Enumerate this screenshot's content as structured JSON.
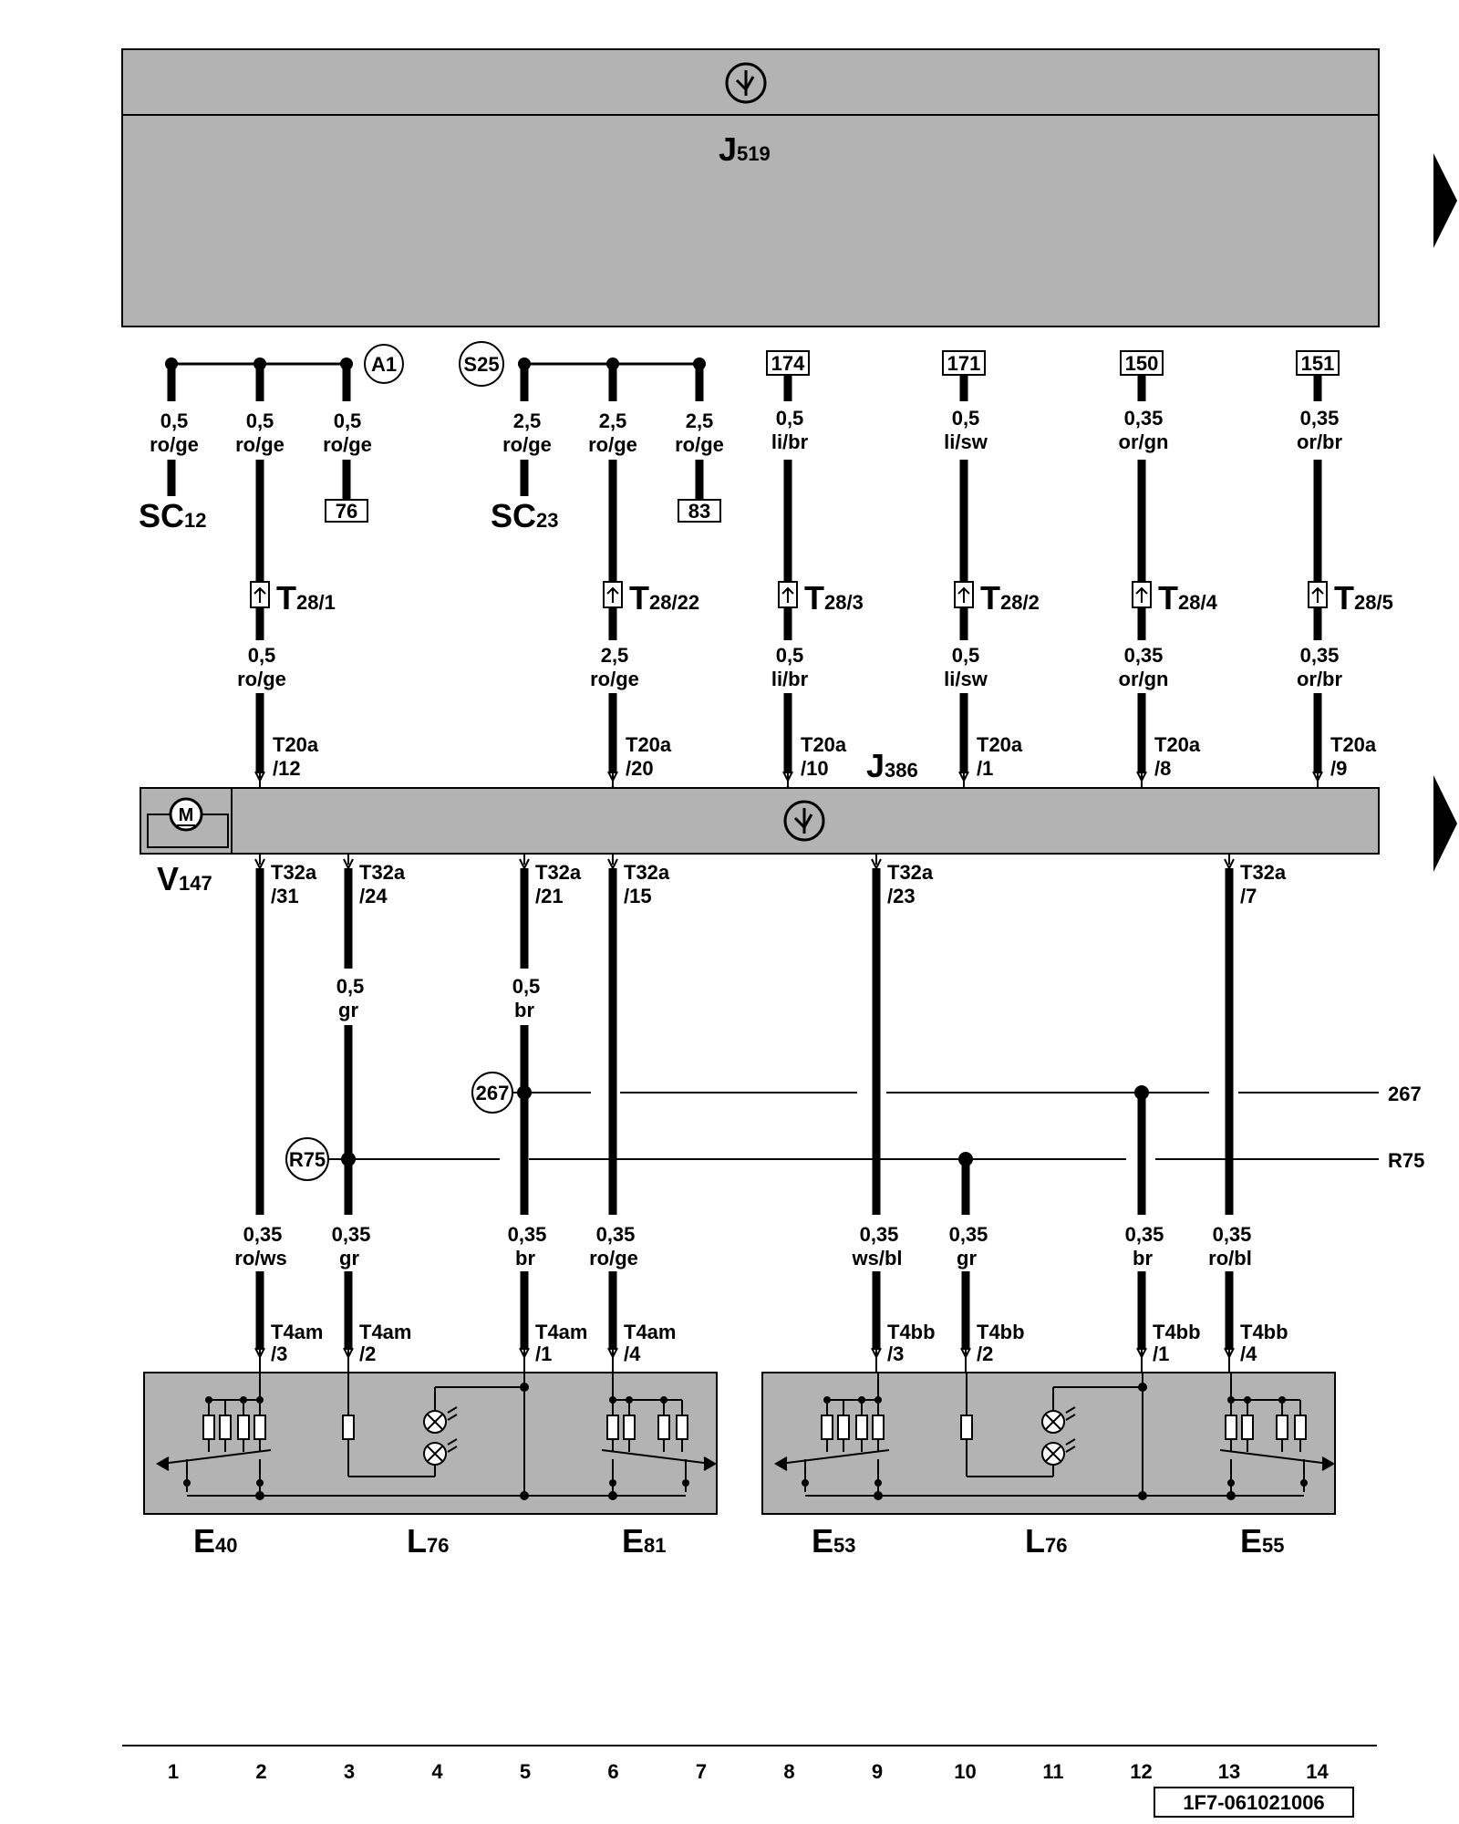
{
  "diagram": {
    "top_unit": {
      "id": "J",
      "sub": "519"
    },
    "module": {
      "id": "J",
      "sub": "386"
    },
    "motor": {
      "id": "V",
      "sub": "147",
      "symbol": "M"
    },
    "top_branches": [
      {
        "name": "SC12",
        "circle_ref": "A1",
        "wires": [
          {
            "g": "0,5",
            "c": "ro/ge",
            "end_main": "SC",
            "end_sub": "12"
          },
          {
            "g": "0,5",
            "c": "ro/ge"
          },
          {
            "g": "0,5",
            "c": "ro/ge",
            "end_box": "76"
          }
        ]
      },
      {
        "name": "SC23",
        "circle_ref": "S25",
        "wires": [
          {
            "g": "2,5",
            "c": "ro/ge",
            "end_main": "SC",
            "end_sub": "23"
          },
          {
            "g": "2,5",
            "c": "ro/ge"
          },
          {
            "g": "2,5",
            "c": "ro/ge",
            "end_box": "83"
          }
        ]
      }
    ],
    "top_refs": [
      {
        "box": "174",
        "g": "0,5",
        "c": "li/br"
      },
      {
        "box": "171",
        "g": "0,5",
        "c": "li/sw"
      },
      {
        "box": "150",
        "g": "0,35",
        "c": "or/gn"
      },
      {
        "box": "151",
        "g": "0,35",
        "c": "or/br"
      }
    ],
    "t28": [
      {
        "main": "T",
        "sub": "28/1",
        "g": "0,5",
        "c": "ro/ge",
        "pin_a": "T20a",
        "pin_b": "/12"
      },
      {
        "main": "T",
        "sub": "28/22",
        "g": "2,5",
        "c": "ro/ge",
        "pin_a": "T20a",
        "pin_b": "/20"
      },
      {
        "main": "T",
        "sub": "28/3",
        "g": "0,5",
        "c": "li/br",
        "pin_a": "T20a",
        "pin_b": "/10"
      },
      {
        "main": "T",
        "sub": "28/2",
        "g": "0,5",
        "c": "li/sw",
        "pin_a": "T20a",
        "pin_b": "/1"
      },
      {
        "main": "T",
        "sub": "28/4",
        "g": "0,35",
        "c": "or/gn",
        "pin_a": "T20a",
        "pin_b": "/8"
      },
      {
        "main": "T",
        "sub": "28/5",
        "g": "0,35",
        "c": "or/br",
        "pin_a": "T20a",
        "pin_b": "/9"
      }
    ],
    "t32": [
      {
        "a": "T32a",
        "b": "/31"
      },
      {
        "a": "T32a",
        "b": "/24"
      },
      {
        "a": "T32a",
        "b": "/21"
      },
      {
        "a": "T32a",
        "b": "/15"
      },
      {
        "a": "T32a",
        "b": "/23"
      },
      {
        "a": "T32a",
        "b": "/7"
      }
    ],
    "mid_wires": [
      {
        "g": "0,5",
        "c": "gr"
      },
      {
        "g": "0,5",
        "c": "br"
      }
    ],
    "buses": [
      {
        "left": "267",
        "right": "267"
      },
      {
        "left": "R75",
        "right": "R75"
      }
    ],
    "bottom_wires": [
      {
        "g": "0,35",
        "c": "ro/ws",
        "pin_a": "T4am",
        "pin_b": "/3"
      },
      {
        "g": "0,35",
        "c": "gr",
        "pin_a": "T4am",
        "pin_b": "/2"
      },
      {
        "g": "0,35",
        "c": "br",
        "pin_a": "T4am",
        "pin_b": "/1"
      },
      {
        "g": "0,35",
        "c": "ro/ge",
        "pin_a": "T4am",
        "pin_b": "/4"
      },
      {
        "g": "0,35",
        "c": "ws/bl",
        "pin_a": "T4bb",
        "pin_b": "/3"
      },
      {
        "g": "0,35",
        "c": "gr",
        "pin_a": "T4bb",
        "pin_b": "/2"
      },
      {
        "g": "0,35",
        "c": "br",
        "pin_a": "T4bb",
        "pin_b": "/1"
      },
      {
        "g": "0,35",
        "c": "ro/bl",
        "pin_a": "T4bb",
        "pin_b": "/4"
      }
    ],
    "switch_labels": [
      {
        "main": "E",
        "sub": "40"
      },
      {
        "main": "L",
        "sub": "76"
      },
      {
        "main": "E",
        "sub": "81"
      },
      {
        "main": "E",
        "sub": "53"
      },
      {
        "main": "L",
        "sub": "76"
      },
      {
        "main": "E",
        "sub": "55"
      }
    ],
    "grid_numbers": [
      "1",
      "2",
      "3",
      "4",
      "5",
      "6",
      "7",
      "8",
      "9",
      "10",
      "11",
      "12",
      "13",
      "14"
    ],
    "doc_code": "1F7-061021006"
  },
  "colors": {
    "unit_fill": "#b3b3b3",
    "wire": "#000000",
    "background": "#ffffff"
  }
}
